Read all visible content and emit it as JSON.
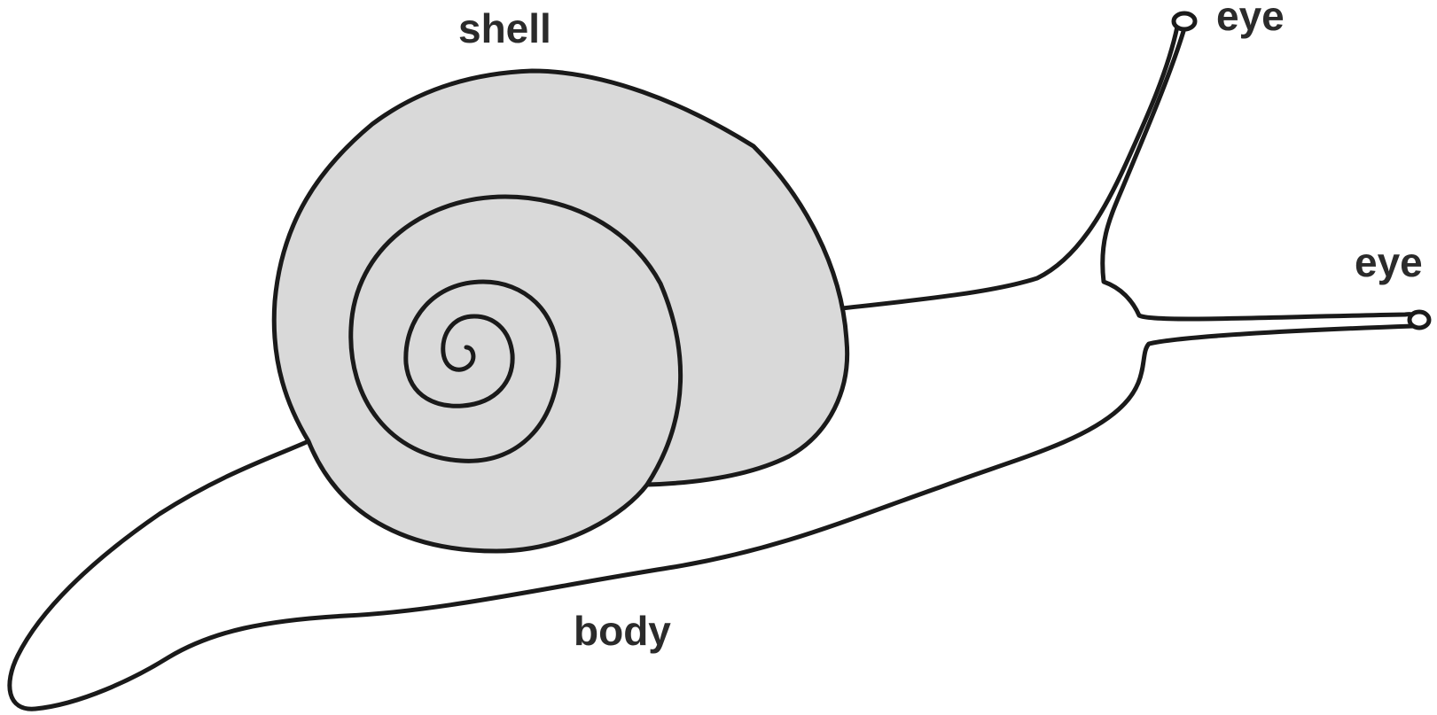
{
  "labels": {
    "shell": "shell",
    "eye_top": "eye",
    "eye_right": "eye",
    "body": "body"
  },
  "colors": {
    "outline": "#1a1a1a",
    "shell_fill": "#d9d9d9",
    "body_fill": "#ffffff",
    "label_text": "#2b2b2b"
  }
}
